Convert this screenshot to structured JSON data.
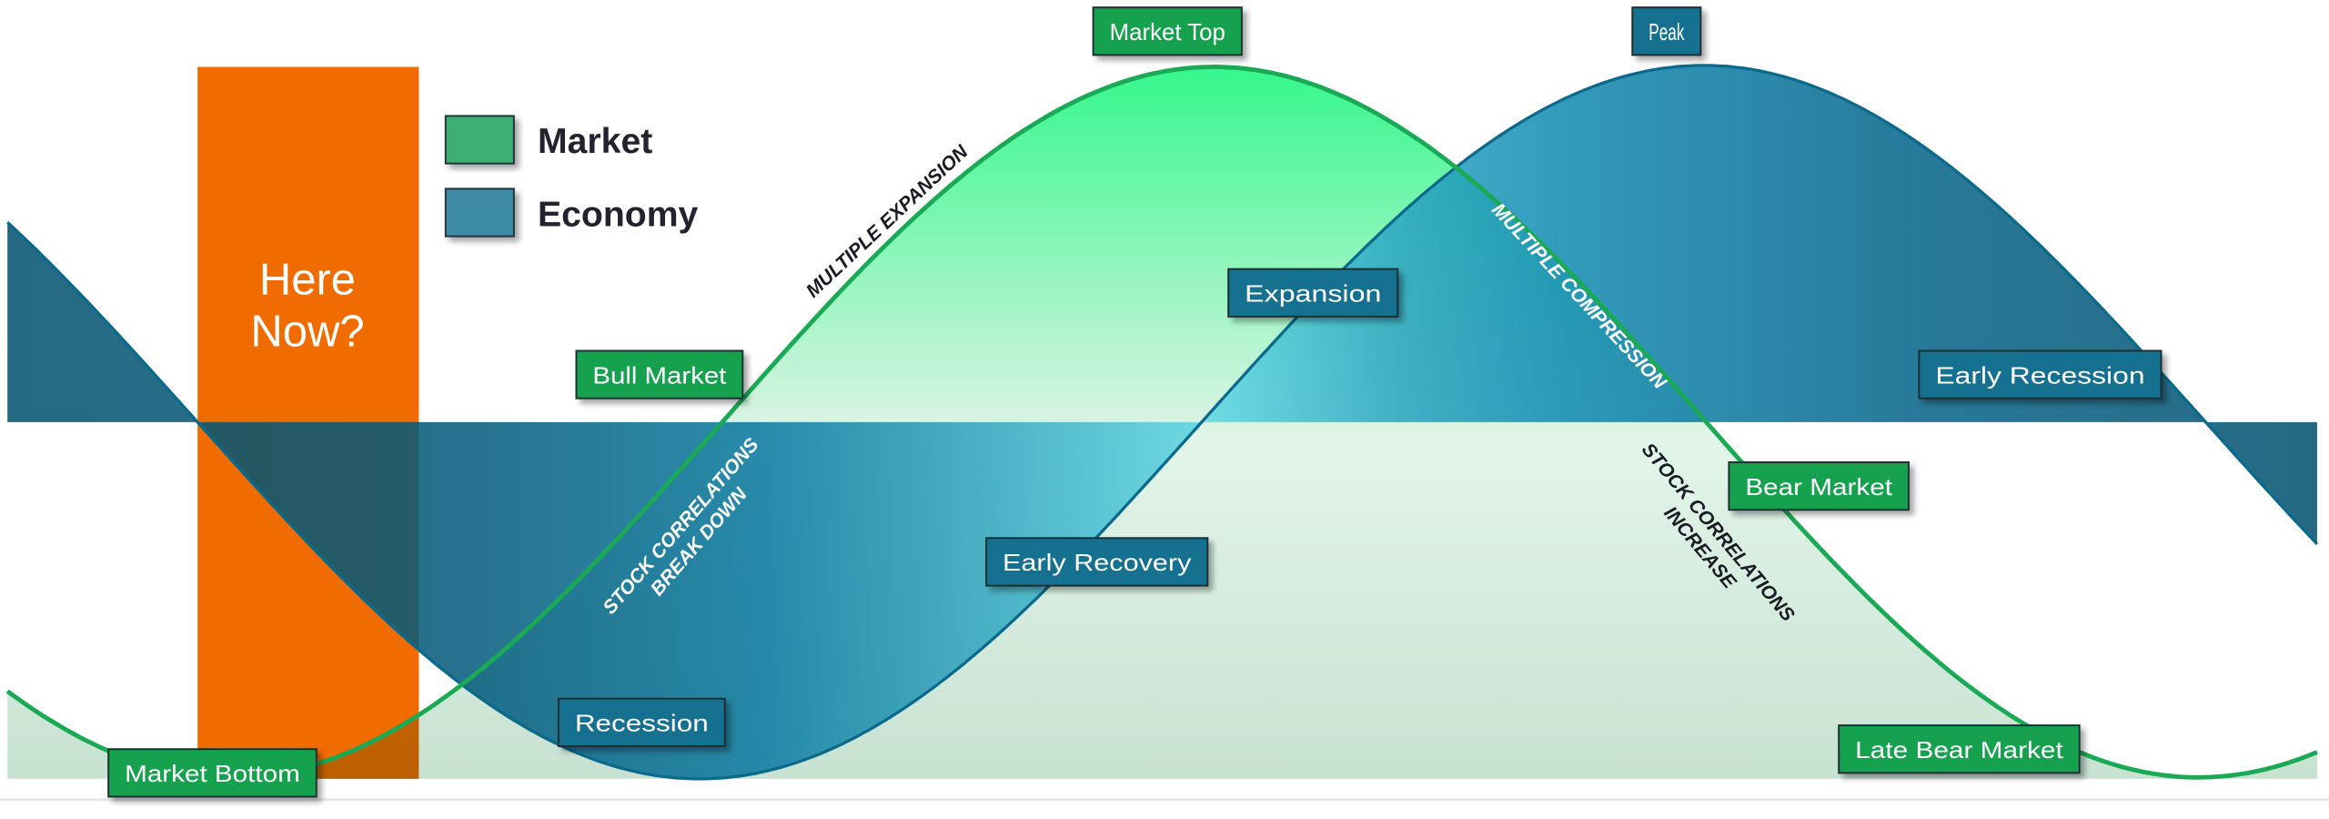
{
  "colors": {
    "market": "#12a150",
    "market_line": "#1aaa55",
    "economy": "#146f90",
    "here_now": "#f06c00",
    "legend_market": "#3daf72",
    "legend_economy": "#3d8aa5"
  },
  "legend": {
    "market": "Market",
    "economy": "Economy"
  },
  "here_now": {
    "line1": "Here",
    "line2": "Now?"
  },
  "market_labels": {
    "market_top": "Market Top",
    "bull_market": "Bull Market",
    "bear_market": "Bear Market",
    "market_bottom": "Market Bottom",
    "late_bear_market": "Late Bear Market"
  },
  "economy_labels": {
    "peak": "Peak",
    "expansion": "Expansion",
    "early_recession": "Early Recession",
    "early_recovery": "Early Recovery",
    "recession": "Recession"
  },
  "annotations": {
    "multiple_expansion": "MULTIPLE EXPANSION",
    "multiple_compression": "MULTIPLE COMPRESSION",
    "stock_corr_breakdown_1": "STOCK CORRELATIONS",
    "stock_corr_breakdown_2": "BREAK DOWN",
    "stock_corr_increase_1": "STOCK CORRELATIONS",
    "stock_corr_increase_2": "INCREASE"
  }
}
